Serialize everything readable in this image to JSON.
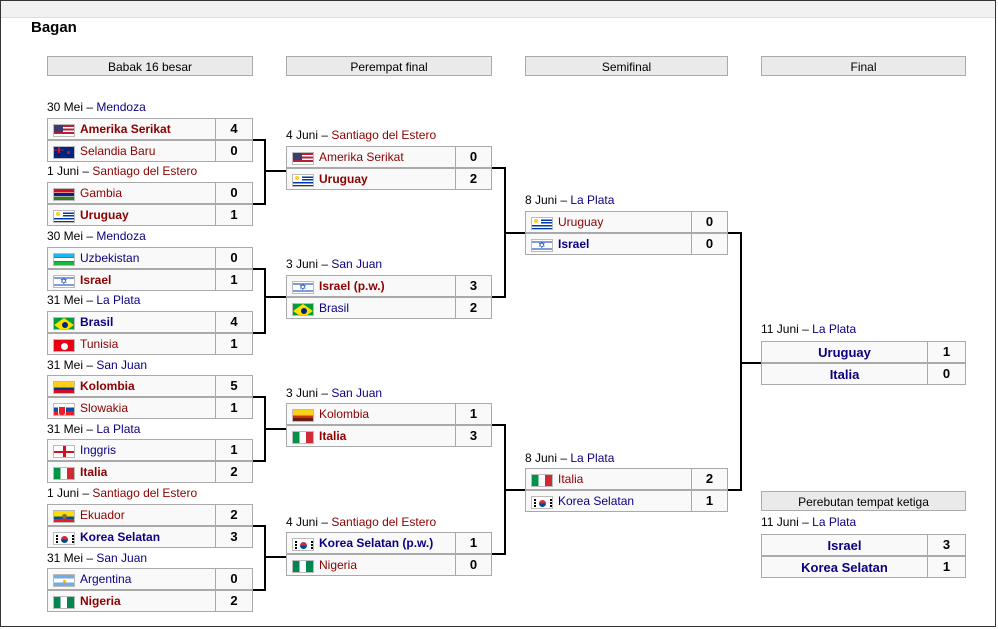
{
  "heading": "Bagan",
  "round_headers": [
    "Babak 16 besar",
    "Perempat final",
    "Semifinal",
    "Final",
    "Perebutan tempat ketiga"
  ],
  "r16": [
    {
      "date": "30 Mei",
      "sep": " – ",
      "venue": "Mendoza",
      "venue_red": false,
      "teams": [
        {
          "flag": "usa",
          "name": "Amerika Serikat",
          "score": "4",
          "winner": true
        },
        {
          "flag": "nz",
          "name": "Selandia Baru",
          "score": "0",
          "winner": false
        }
      ]
    },
    {
      "date": "1 Juni",
      "sep": " – ",
      "venue": "Santiago del Estero",
      "venue_red": true,
      "teams": [
        {
          "flag": "gambia",
          "name": "Gambia",
          "score": "0",
          "winner": false
        },
        {
          "flag": "uru",
          "name": "Uruguay",
          "score": "1",
          "winner": true
        }
      ]
    },
    {
      "date": "30 Mei",
      "sep": " – ",
      "venue": "Mendoza",
      "venue_red": false,
      "teams": [
        {
          "flag": "uzb",
          "name": "Uzbekistan",
          "score": "0",
          "winner": false,
          "blue": true
        },
        {
          "flag": "isr",
          "name": "Israel",
          "score": "1",
          "winner": true
        }
      ]
    },
    {
      "date": "31 Mei",
      "sep": " – ",
      "venue": "La Plata",
      "venue_red": false,
      "teams": [
        {
          "flag": "bra",
          "name": "Brasil",
          "score": "4",
          "winner": true,
          "blue": true
        },
        {
          "flag": "tun",
          "name": "Tunisia",
          "score": "1",
          "winner": false
        }
      ]
    },
    {
      "date": "31 Mei",
      "sep": " – ",
      "venue": "San Juan",
      "venue_red": false,
      "teams": [
        {
          "flag": "col",
          "name": "Kolombia",
          "score": "5",
          "winner": true
        },
        {
          "flag": "svk",
          "name": "Slowakia",
          "score": "1",
          "winner": false
        }
      ]
    },
    {
      "date": "31 Mei",
      "sep": " – ",
      "venue": "La Plata",
      "venue_red": false,
      "teams": [
        {
          "flag": "eng",
          "name": "Inggris",
          "score": "1",
          "winner": false,
          "blue": true
        },
        {
          "flag": "ita",
          "name": "Italia",
          "score": "2",
          "winner": true
        }
      ]
    },
    {
      "date": "1 Juni",
      "sep": " – ",
      "venue": "Santiago del Estero",
      "venue_red": true,
      "teams": [
        {
          "flag": "ecu",
          "name": "Ekuador",
          "score": "2",
          "winner": false
        },
        {
          "flag": "kor",
          "name": "Korea Selatan",
          "score": "3",
          "winner": true,
          "blue": true
        }
      ]
    },
    {
      "date": "31 Mei",
      "sep": " – ",
      "venue": "San Juan",
      "venue_red": false,
      "teams": [
        {
          "flag": "arg",
          "name": "Argentina",
          "score": "0",
          "winner": false,
          "blue": true
        },
        {
          "flag": "nga",
          "name": "Nigeria",
          "score": "2",
          "winner": true
        }
      ]
    }
  ],
  "qf": [
    {
      "date": "4 Juni",
      "sep": " – ",
      "venue": "Santiago del Estero",
      "venue_red": true,
      "teams": [
        {
          "flag": "usa",
          "name": "Amerika Serikat",
          "score": "0",
          "winner": false
        },
        {
          "flag": "uru",
          "name": "Uruguay",
          "score": "2",
          "winner": true
        }
      ]
    },
    {
      "date": "3 Juni",
      "sep": " – ",
      "venue": "San Juan",
      "venue_red": false,
      "teams": [
        {
          "flag": "isr",
          "name": "Israel (p.w.)",
          "score": "3",
          "winner": true
        },
        {
          "flag": "bra",
          "name": "Brasil",
          "score": "2",
          "winner": false,
          "blue": true
        }
      ]
    },
    {
      "date": "3 Juni",
      "sep": " – ",
      "venue": "San Juan",
      "venue_red": false,
      "teams": [
        {
          "flag": "col2",
          "name": "Kolombia",
          "score": "1",
          "winner": false
        },
        {
          "flag": "ita",
          "name": "Italia",
          "score": "3",
          "winner": true
        }
      ]
    },
    {
      "date": "4 Juni",
      "sep": " – ",
      "venue": "Santiago del Estero",
      "venue_red": true,
      "teams": [
        {
          "flag": "kor",
          "name": "Korea Selatan (p.w.)",
          "score": "1",
          "winner": true,
          "blue": true
        },
        {
          "flag": "nga",
          "name": "Nigeria",
          "score": "0",
          "winner": false
        }
      ]
    }
  ],
  "sf": [
    {
      "date": "8 Juni",
      "sep": " – ",
      "venue": "La Plata",
      "venue_red": false,
      "teams": [
        {
          "flag": "uru",
          "name": "Uruguay",
          "score": "0",
          "winner": false
        },
        {
          "flag": "isr",
          "name": "Israel",
          "score": "0",
          "winner": true,
          "blue": true
        }
      ]
    },
    {
      "date": "8 Juni",
      "sep": " – ",
      "venue": "La Plata",
      "venue_red": false,
      "teams": [
        {
          "flag": "ita",
          "name": "Italia",
          "score": "2",
          "winner": false
        },
        {
          "flag": "kor",
          "name": "Korea Selatan",
          "score": "1",
          "winner": false,
          "blue": true
        }
      ]
    }
  ],
  "final": {
    "date": "11 Juni",
    "sep": " – ",
    "venue": "La Plata",
    "venue_red": false,
    "teams": [
      {
        "name": "Uruguay",
        "score": "1"
      },
      {
        "name": "Italia",
        "score": "0"
      }
    ]
  },
  "third": {
    "date": "11 Juni",
    "sep": " – ",
    "venue": "La Plata",
    "venue_red": false,
    "teams": [
      {
        "name": "Israel",
        "score": "3"
      },
      {
        "name": "Korea Selatan",
        "score": "1"
      }
    ]
  }
}
